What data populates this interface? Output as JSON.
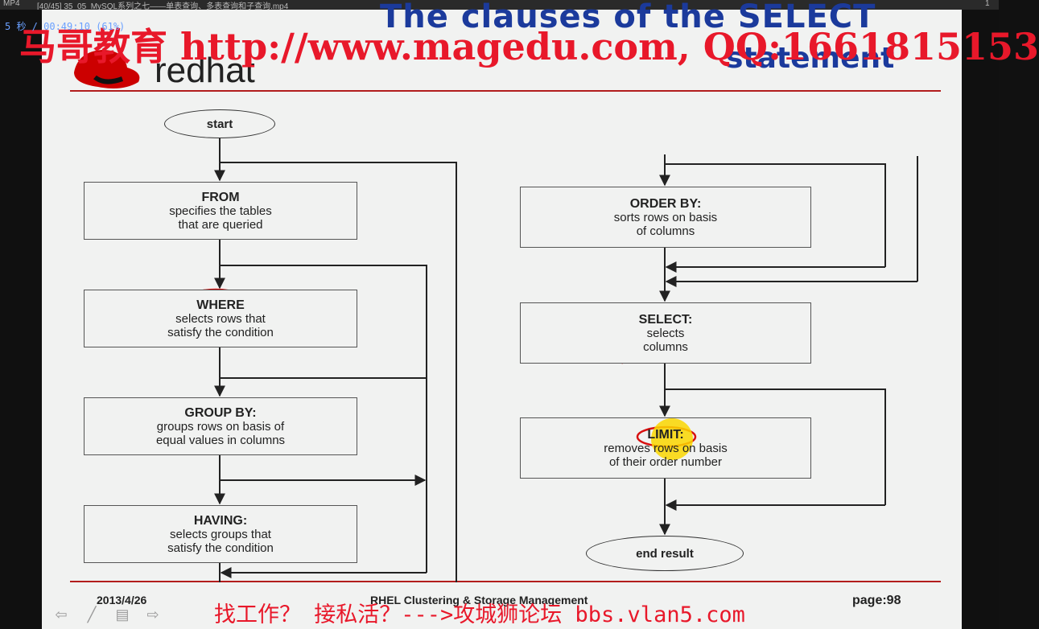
{
  "window": {
    "title": "[40/45] 35_05_MySQL系列之七——单表查询、多表查询和子查询.mp4",
    "player_prefix": "MP4",
    "page_indicator": "1"
  },
  "player": {
    "timestamp": "5 秒 / 00:49:10 (61%)",
    "controls": [
      "prev",
      "pen",
      "menu",
      "next"
    ]
  },
  "slide": {
    "title_line1": "The clauses of the SELECT",
    "title_line2": "statement",
    "watermark_top": "马哥教育 http://www.magedu.com, QQ:1661815153",
    "logo_text": "redhat",
    "boxes": {
      "start": "start",
      "from_title": "FROM",
      "from_desc1": "specifies the tables",
      "from_desc2": "that are queried",
      "where_title": "WHERE",
      "where_desc1": "selects rows that",
      "where_desc2": "satisfy the condition",
      "group_title": "GROUP BY:",
      "group_desc1": "groups rows on basis of",
      "group_desc2": "equal values in columns",
      "having_title": "HAVING:",
      "having_desc1": "selects groups that",
      "having_desc2": "satisfy the condition",
      "order_title": "ORDER BY:",
      "order_desc1": "sorts rows on basis",
      "order_desc2": "of columns",
      "select_title": "SELECT:",
      "select_desc1": "selects",
      "select_desc2": "columns",
      "limit_title": "LIMIT:",
      "limit_desc1": "removes rows on basis",
      "limit_desc2": "of their order number",
      "end": "end result"
    },
    "footer": {
      "date": "2013/4/26",
      "course": "RHEL Clustering & Storage Management",
      "page": "page:98"
    },
    "bottom_watermark": "找工作？ 接私活？--->攻城狮论坛 bbs.vlan5.com"
  },
  "colors": {
    "title_blue": "#1b3a9c",
    "watermark_red": "#e8182a",
    "rule_red": "#b21d1d",
    "annotation_red": "#d81010"
  }
}
